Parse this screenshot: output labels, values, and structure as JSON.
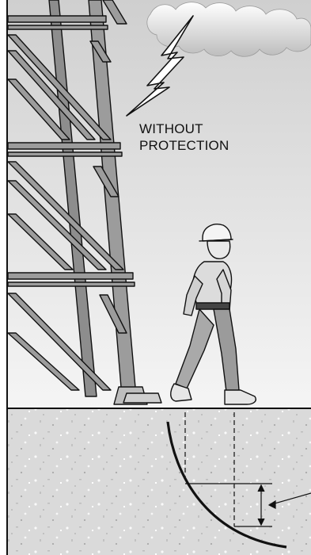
{
  "label": {
    "line1": "WITHOUT",
    "line2": "PROTECTION"
  },
  "colors": {
    "sky_top": "#d4d4d4",
    "sky_bottom": "#f3f3f3",
    "ground": "#dcdcdc",
    "tower": "#9a9a9a",
    "outline": "#111111",
    "cloud": "#ffffff"
  },
  "icons": [
    "lightning-bolt-icon",
    "storm-cloud-icon",
    "transmission-tower",
    "worker-figure",
    "ground-current-arc"
  ]
}
